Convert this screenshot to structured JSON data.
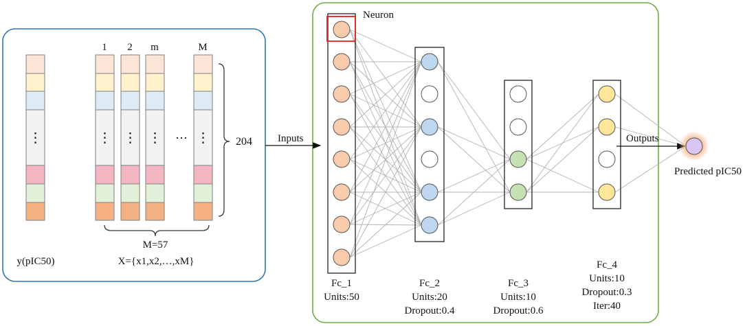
{
  "left_panel": {
    "column_labels": [
      "1",
      "2",
      "m",
      "M"
    ],
    "row_count_label": "204",
    "m_total_label": "M=57",
    "y_label": "y(pIC50)",
    "x_label": "X={x1,x2,…,xM}",
    "vdots": "⋮",
    "hdots": "⋯"
  },
  "flow": {
    "inputs_label": "Inputs",
    "outputs_label": "Outputs",
    "neuron_label": "Neuron",
    "prediction_label": "Predicted pIC50"
  },
  "layers": [
    {
      "name": "Fc_1",
      "info": [
        "Units:50"
      ]
    },
    {
      "name": "Fc_2",
      "info": [
        "Units:20",
        "Dropout:0.4"
      ]
    },
    {
      "name": "Fc_3",
      "info": [
        "Units:10",
        "Dropout:0.6"
      ]
    },
    {
      "name": "Fc_4",
      "info": [
        "Units:10",
        "Dropout:0.3",
        "Iter:40"
      ]
    }
  ],
  "colors": {
    "left_panel_border": "#2e75b6",
    "right_panel_border": "#70ad47",
    "neuron_orange": "#f8cbad",
    "neuron_blue": "#bdd7ee",
    "neuron_green": "#c5e0b4",
    "neuron_yellow": "#ffe699",
    "neuron_purple": "#d9c6f2",
    "highlight_red": "#e02020",
    "cell_colors": [
      "#fbe5d6",
      "#fff2cc",
      "#deebf7",
      "#f2f2f2",
      "#f4b6c2",
      "#e2f0d9",
      "#f4b183"
    ]
  }
}
